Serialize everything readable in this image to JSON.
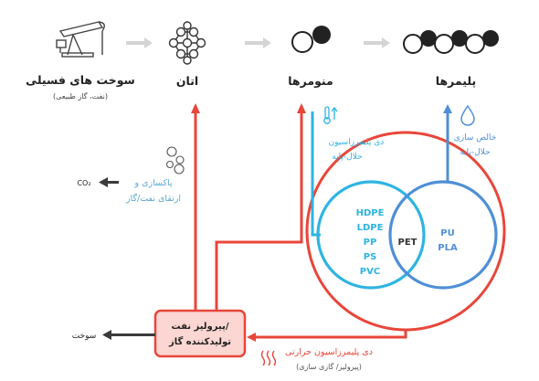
{
  "stages": {
    "fossil": {
      "title": "سوخت های فسیلی",
      "subtitle": "(نفت، گاز طبیعی)"
    },
    "ethane": {
      "title": "اتان"
    },
    "monomers": {
      "title": "منومرها"
    },
    "polymers": {
      "title": "پلیمرها"
    }
  },
  "annotations": {
    "solvent_depoly": [
      "دی پلیمرزاسیون",
      "حلال-پایه"
    ],
    "solvent_purify": [
      "خالص سازی",
      "حلال-پایه"
    ],
    "upgrading": [
      "پاکسازی و",
      "ارتقای نفت/گاز"
    ],
    "co2": "CO₂",
    "fuel": "سوخت",
    "pyrolysis_box": [
      "پیرولیز نفت/",
      "تولیدکننده گاز"
    ],
    "thermal": [
      "دی پلیمرزاسیون حرارتی",
      "(پیرولیز/ گازی سازی)"
    ]
  },
  "plastics": {
    "left": [
      "HDPE",
      "LDPE",
      "PP",
      "PS",
      "PVC"
    ],
    "center": "PET",
    "right": [
      "PU",
      "PLA"
    ]
  },
  "colors": {
    "red": "#e8463a",
    "blue": "#4f8fd6",
    "cyan": "#2eb4e2",
    "gray": "#d0d0d0",
    "dark": "#3a3a3a",
    "box_fill": "#fbd6d2"
  },
  "icons": [
    "oil-pump-icon",
    "molecule-network-icon",
    "monomer-icon",
    "polymer-chain-icon",
    "thermometer-icon",
    "drop-icon",
    "bubbles-icon",
    "heat-waves-icon"
  ]
}
